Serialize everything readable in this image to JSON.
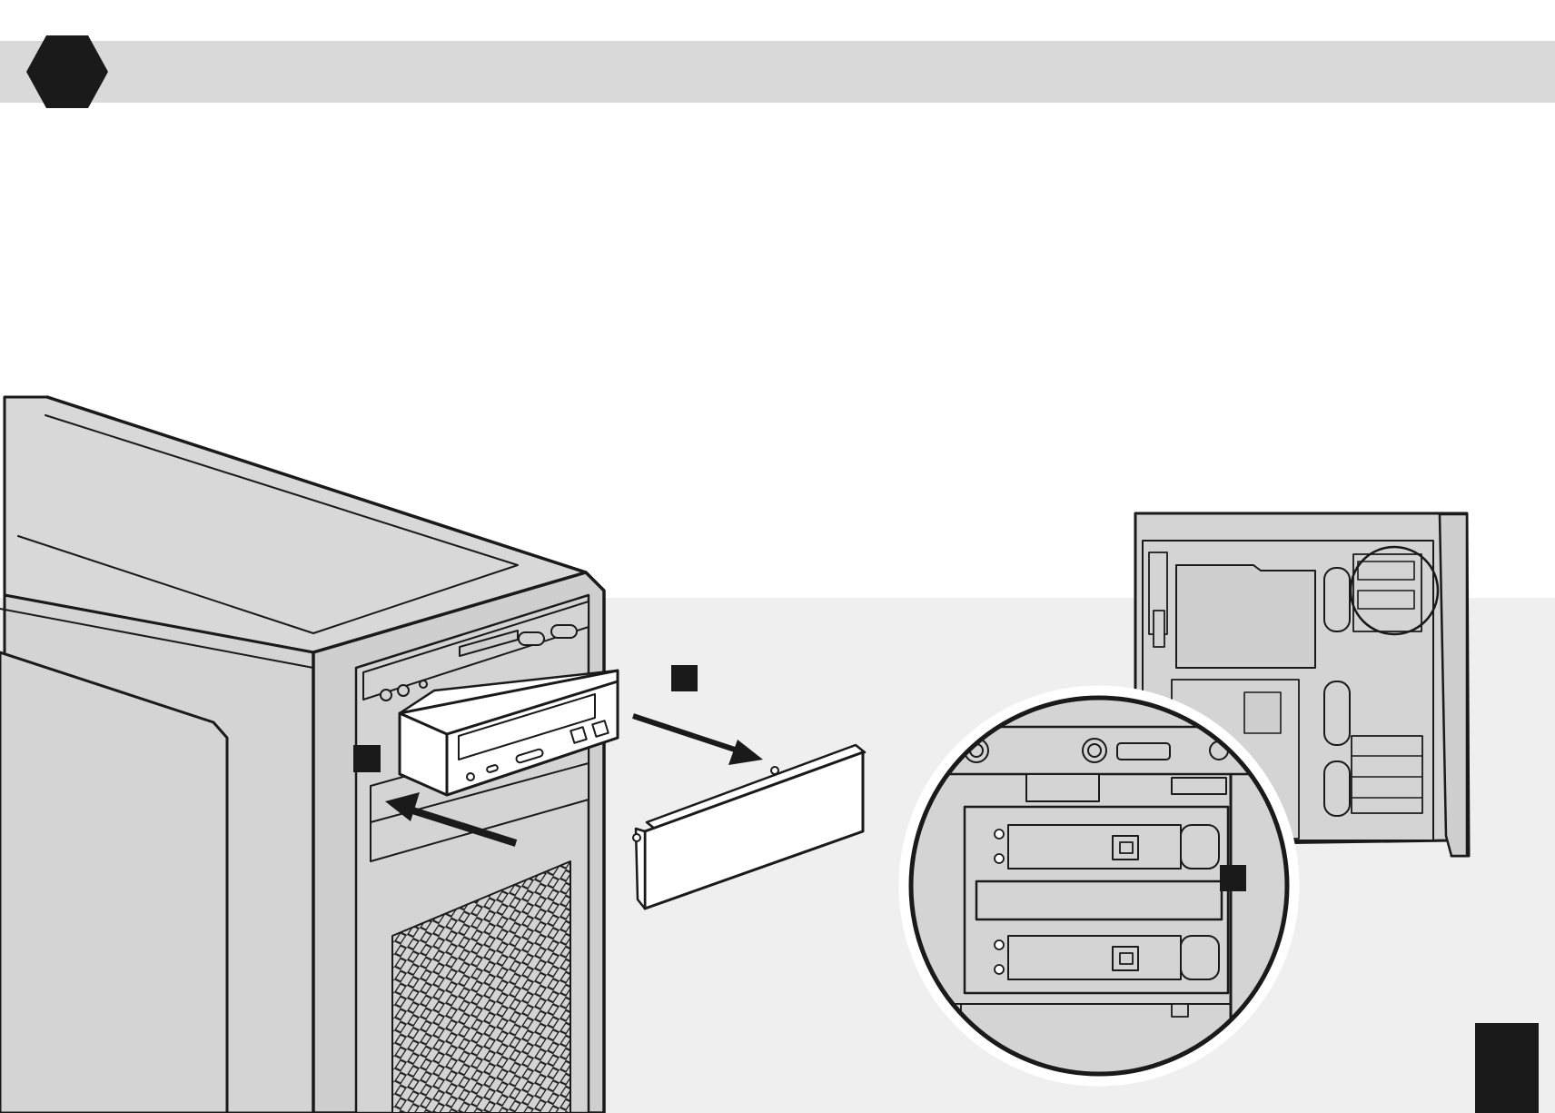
{
  "header": {
    "step_badge_icon": "hexagon-step-badge",
    "band_color": "#d9d9d9"
  },
  "illustration": {
    "subject": "pc-case-optical-drive-install",
    "icons": [
      "pc-case-icon",
      "optical-drive-icon",
      "bay-cover-icon",
      "insert-arrow-icon",
      "remove-arrow-icon",
      "case-side-view-icon",
      "drive-cage-zoom-icon"
    ],
    "callout_markers": 3,
    "line_color": "#1a1a1a",
    "fill_color": "#d4d4d4"
  },
  "page_marker_color": "#1a1a1a"
}
